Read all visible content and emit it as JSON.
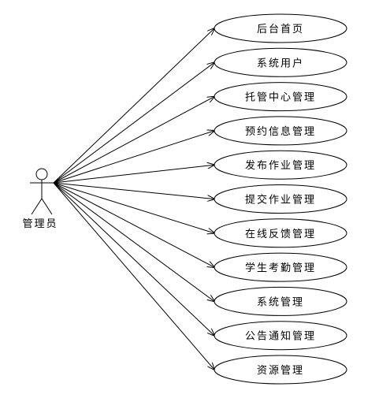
{
  "actor": {
    "label": "管理员"
  },
  "use_cases": [
    {
      "label": "后台首页"
    },
    {
      "label": "系统用户"
    },
    {
      "label": "托管中心管理"
    },
    {
      "label": "预约信息管理"
    },
    {
      "label": "发布作业管理"
    },
    {
      "label": "提交作业管理"
    },
    {
      "label": "在线反馈管理"
    },
    {
      "label": "学生考勤管理"
    },
    {
      "label": "系统管理"
    },
    {
      "label": "公告通知管理"
    },
    {
      "label": "资源管理"
    }
  ],
  "colors": {
    "line": "#000000",
    "background": "#ffffff"
  }
}
